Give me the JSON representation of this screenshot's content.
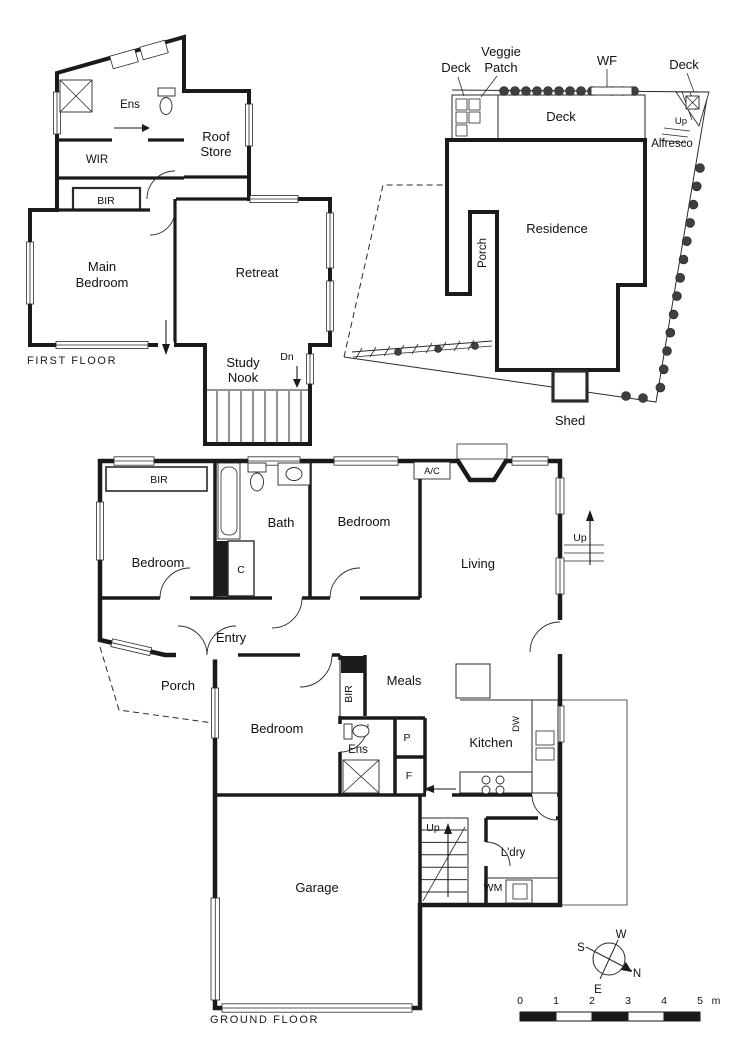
{
  "document": {
    "type": "residential floor plan",
    "background": "#ffffff",
    "wall_color": "#1a1a1a",
    "line_color": "#2a2a2a"
  },
  "first_floor": {
    "title": "FIRST FLOOR",
    "labels": {
      "ens": "Ens",
      "roof_store_line1": "Roof",
      "roof_store_line2": "Store",
      "wir": "WIR",
      "bir": "BIR",
      "main_bedroom_line1": "Main",
      "main_bedroom_line2": "Bedroom",
      "retreat": "Retreat",
      "study_nook_line1": "Study",
      "study_nook_line2": "Nook",
      "down": "Dn"
    }
  },
  "site_plan": {
    "labels": {
      "veggie_patch_line1": "Veggie",
      "veggie_patch_line2": "Patch",
      "deck_callout_left": "Deck",
      "water_feature": "WF",
      "deck_callout_right": "Deck",
      "deck": "Deck",
      "up": "Up",
      "alfresco": "Alfresco",
      "residence": "Residence",
      "porch": "Porch",
      "shed": "Shed"
    }
  },
  "ground_floor": {
    "title": "GROUND FLOOR",
    "labels": {
      "bir_main": "BIR",
      "bath": "Bath",
      "bedroom_top": "Bedroom",
      "air_conditioner": "A/C",
      "living": "Living",
      "bedroom_left": "Bedroom",
      "cupboard": "C",
      "up_right": "Up",
      "entry": "Entry",
      "porch": "Porch",
      "bedroom_third": "Bedroom",
      "bir_third": "BIR",
      "meals": "Meals",
      "ens": "Ens",
      "pantry": "P",
      "fridge": "F",
      "kitchen": "Kitchen",
      "dishwasher": "DW",
      "garage": "Garage",
      "up_stairs": "Up",
      "laundry": "L'dry",
      "washing_machine": "WM"
    }
  },
  "compass": {
    "north": "N",
    "south": "S",
    "east": "E",
    "west": "W"
  },
  "scale_bar": {
    "ticks": [
      "0",
      "1",
      "2",
      "3",
      "4",
      "5"
    ],
    "unit": "m"
  }
}
